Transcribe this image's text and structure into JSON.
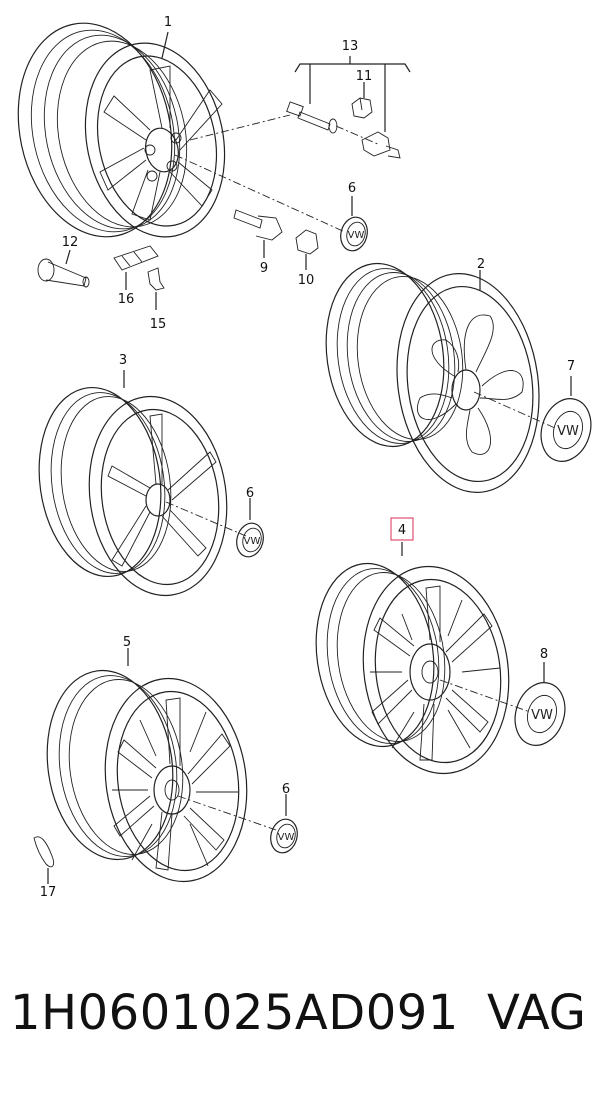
{
  "callouts": {
    "c1": "1",
    "c2": "2",
    "c3": "3",
    "c4": "4",
    "c5": "5",
    "c6a": "6",
    "c6b": "6",
    "c6c": "6",
    "c7": "7",
    "c8": "8",
    "c9": "9",
    "c10": "10",
    "c11": "11",
    "c12": "12",
    "c13": "13",
    "c15": "15",
    "c16": "16",
    "c17": "17"
  },
  "highlight_color": "#e05070",
  "footer": {
    "part_number": "1H0601025AD091",
    "brand": "VAG"
  }
}
